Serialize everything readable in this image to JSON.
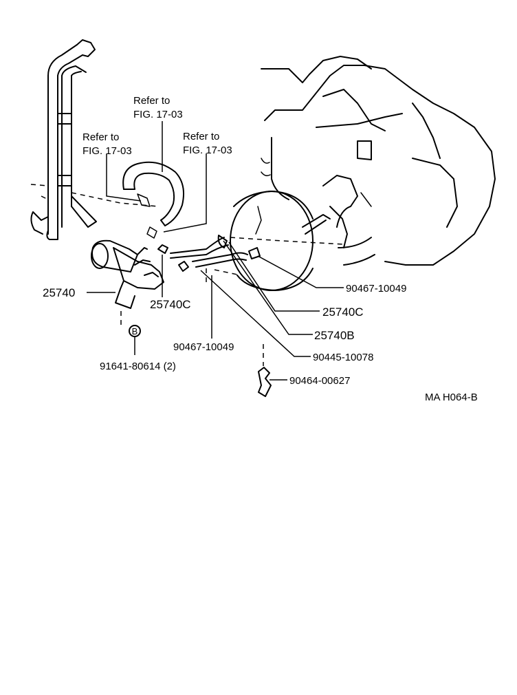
{
  "refs": [
    {
      "line1": "Refer to",
      "line2": "FIG. 17-03"
    },
    {
      "line1": "Refer to",
      "line2": "FIG. 17-03"
    },
    {
      "line1": "Refer to",
      "line2": "FIG. 17-03"
    }
  ],
  "parts": {
    "p25740": "25740",
    "p25740c_left": "25740C",
    "p90467_right": "90467-10049",
    "p25740c_right": "25740C",
    "p25740b": "25740B",
    "p90467_bottom": "90467-10049",
    "p90445": "90445-10078",
    "p90464": "90464-00627",
    "p91641": "91641-80614 (2)",
    "bolt_symbol": "B"
  },
  "diagram_code": "MA  H064-B"
}
